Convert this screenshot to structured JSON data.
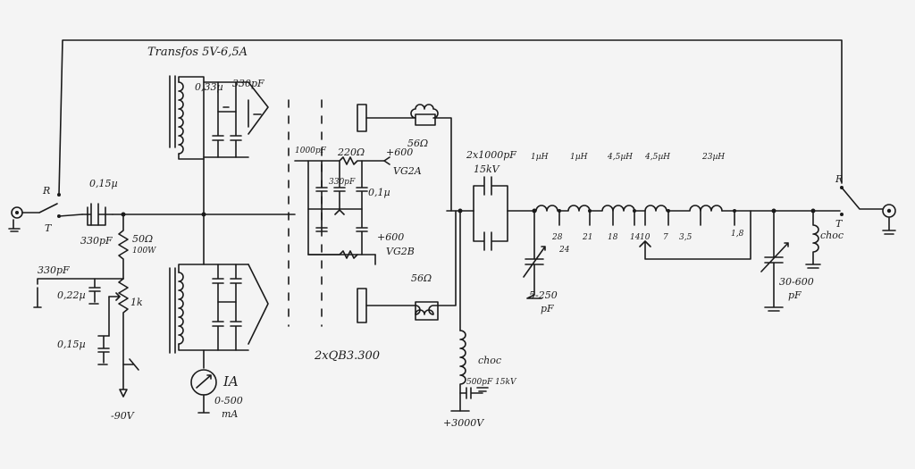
{
  "diagram": {
    "transformer": "Transfos 5V-6,5A",
    "tubes": "2xQB3.300",
    "switch_r_left": "R",
    "switch_t_left": "T",
    "switch_r_right": "R",
    "switch_t_right": "T",
    "input_cap_value": "0,15µ",
    "input_cap_shunt": "330pF",
    "grid_resistor": "50Ω",
    "grid_resistor_power": "100W",
    "bias_cap_330pf": "330pF",
    "bias_cap_022": "0,22µ",
    "bias_pot": "1k",
    "bias_cap_015": "0,15µ",
    "bias_voltage": "-90V",
    "fil_cap_033": "0,33µ",
    "fil_cap_330pf": "330pF",
    "meter_symbol": "IA",
    "meter_range": "0-500",
    "meter_unit": "mA",
    "screen_cap_1000pf": "1000pF",
    "screen_res_220": "220Ω",
    "screen_cap_330": "330pF",
    "screen_cap_01": "0,1µ",
    "vg2a_volt": "+600",
    "vg2a_label": "VG2A",
    "vg2b_volt": "+600",
    "vg2b_label": "VG2B",
    "plate_res_top": "56Ω",
    "plate_res_bottom": "56Ω",
    "plate_choke": "choc",
    "plate_bypass": "500pF 15kV",
    "plate_voltage": "+3000V",
    "coupling_caps": "2x1000pF",
    "coupling_voltage": "15kV",
    "tune_cap": "5-250",
    "tune_cap_unit": "pF",
    "load_cap": "30-600",
    "load_cap_unit": "pF",
    "out_choke": "choc",
    "coils": [
      "1µH",
      "1µH",
      "4,5µH",
      "4,5µH",
      "23µH"
    ],
    "taps": [
      "28",
      "24",
      "21",
      "18",
      "14",
      "10",
      "7",
      "3,5",
      "1,8"
    ]
  }
}
